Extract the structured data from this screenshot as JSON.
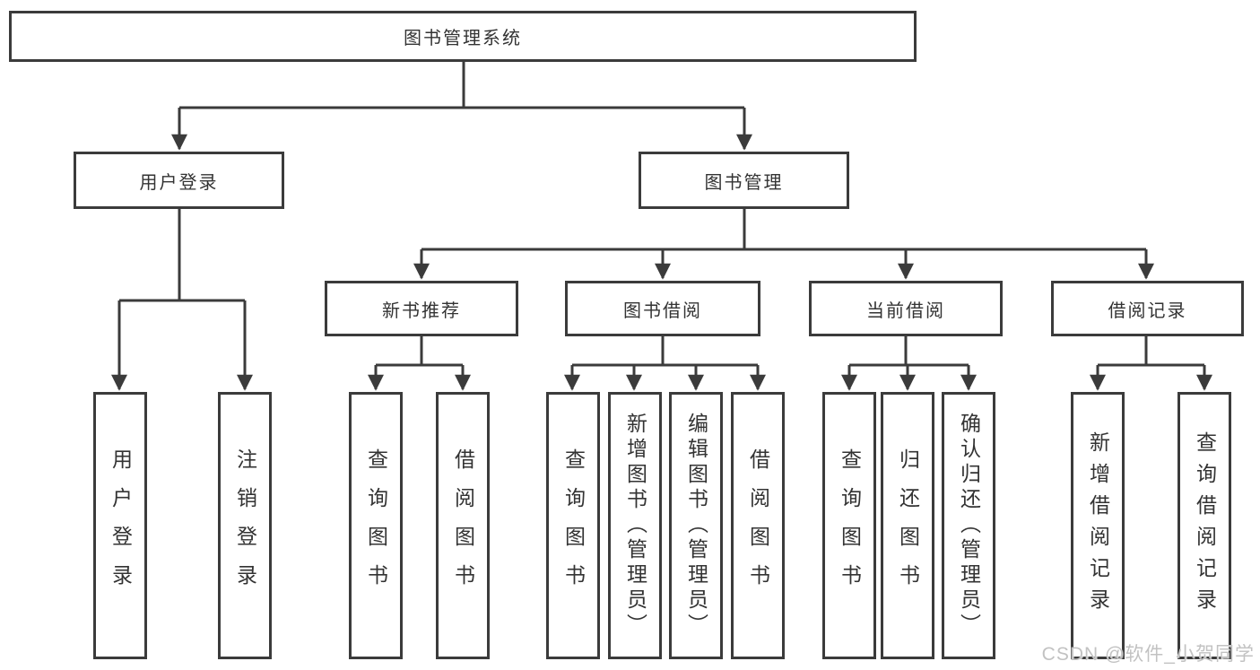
{
  "tree": {
    "root": "图书管理系统",
    "user_login": {
      "label": "用户登录",
      "children": [
        "用户登录",
        "注销登录"
      ]
    },
    "book_mgmt": {
      "label": "图书管理",
      "sections": [
        {
          "label": "新书推荐",
          "children": [
            "查询图书",
            "借阅图书"
          ]
        },
        {
          "label": "图书借阅",
          "children": [
            "查询图书",
            "新增图书（管理员）",
            "编辑图书（管理员）",
            "借阅图书"
          ]
        },
        {
          "label": "当前借阅",
          "children": [
            "查询图书",
            "归还图书",
            "确认归还（管理员）"
          ]
        },
        {
          "label": "借阅记录",
          "children": [
            "新增借阅记录",
            "查询借阅记录"
          ]
        }
      ]
    }
  },
  "watermark": "CSDN @软件_小贺同学",
  "colors": {
    "line": "#3b3b3b",
    "box_border": "#3b3b3b",
    "text": "#333333",
    "background": "#ffffff",
    "watermark": "#c2c2c2"
  }
}
